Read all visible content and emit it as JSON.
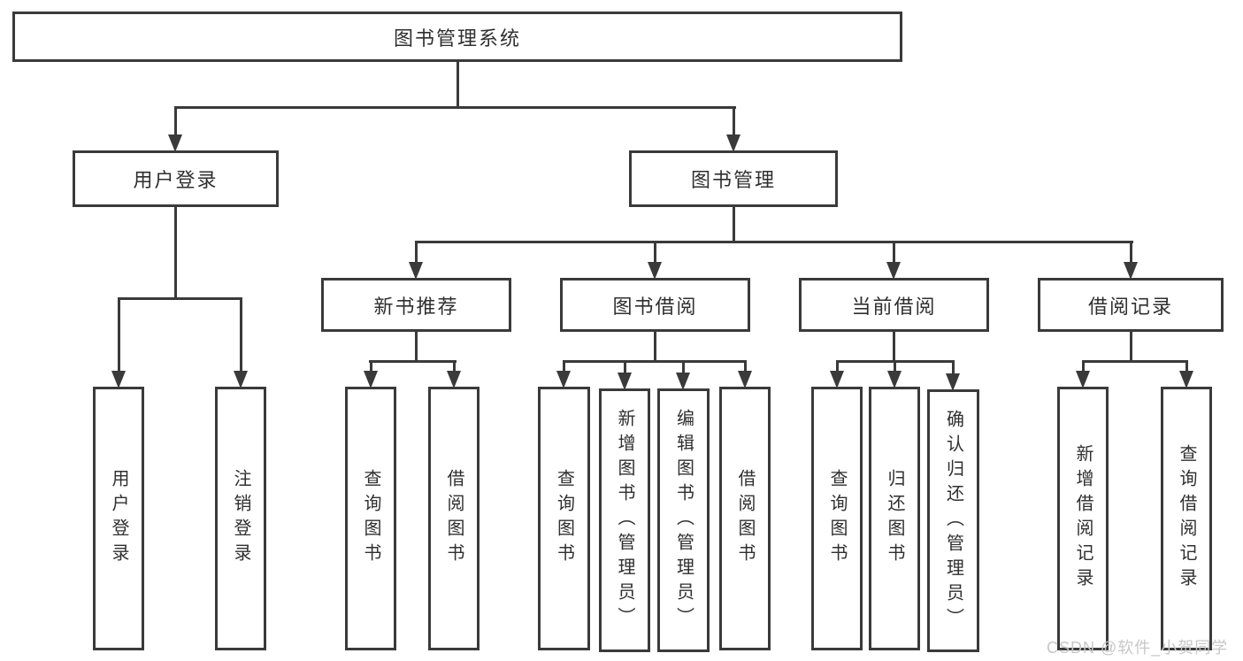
{
  "diagram": {
    "type": "hierarchy-tree",
    "tree": {
      "root": "图书管理系统",
      "children": [
        {
          "label": "用户登录",
          "children": [
            "用户登录",
            "注销登录"
          ]
        },
        {
          "label": "图书管理",
          "children": [
            {
              "label": "新书推荐",
              "children": [
                "查询图书",
                "借阅图书"
              ]
            },
            {
              "label": "图书借阅",
              "children": [
                "查询图书",
                "新增图书（管理员）",
                "编辑图书（管理员）",
                "借阅图书"
              ]
            },
            {
              "label": "当前借阅",
              "children": [
                "查询图书",
                "归还图书",
                "确认归还（管理员）"
              ]
            },
            {
              "label": "借阅记录",
              "children": [
                "新增借阅记录",
                "查询借阅记录"
              ]
            }
          ]
        }
      ]
    }
  },
  "watermark": "CSDN @软件_小贺同学",
  "colors": {
    "line": "#3a3a3a",
    "text": "#2f2f2f",
    "watermark": "#c7c7c7",
    "background": "#ffffff"
  }
}
